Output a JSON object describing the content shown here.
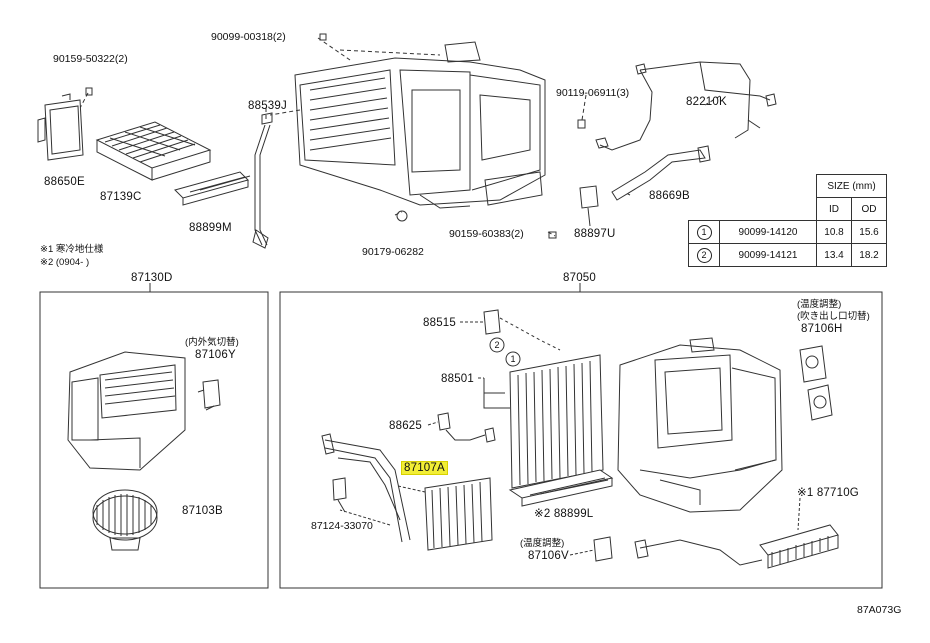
{
  "labels": {
    "p90099_00318": "90099-00318(2)",
    "p90159_50322": "90159-50322(2)",
    "p88539J": "88539J",
    "p90119_06911": "90119-06911(3)",
    "p82210K": "82210K",
    "p88650E": "88650E",
    "p87139C": "87139C",
    "p88899M": "88899M",
    "p88669B": "88669B",
    "p90179_06282": "90179-06282",
    "p90159_60383": "90159-60383(2)",
    "p88897U": "88897U",
    "note1": "※1 寒冷地仕様",
    "note2": "※2 (0904-      )",
    "p87130D": "87130D",
    "p87050": "87050",
    "naigai": "(内外気切替)",
    "p87106Y": "87106Y",
    "p87103B": "87103B",
    "p88515": "88515",
    "p88501": "88501",
    "p88625": "88625",
    "p87107A": "87107A",
    "p87124_33070": "87124-33070",
    "p88899L": "※2 88899L",
    "ondo1": "(温度調整)",
    "fukidashi": "(吹き出し口切替)",
    "p87106H": "87106H",
    "p87710G": "※1 87710G",
    "ondo2": "(温度調整)",
    "p87106V": "87106V",
    "callout1": "1",
    "callout2": "2",
    "ref": "87A073G"
  },
  "size_table": {
    "title": "SIZE (mm)",
    "col_id": "ID",
    "col_od": "OD",
    "rows": [
      {
        "num": "1",
        "part": "90099-14120",
        "id": "10.8",
        "od": "15.6"
      },
      {
        "num": "2",
        "part": "90099-14121",
        "id": "13.4",
        "od": "18.2"
      }
    ]
  },
  "colors": {
    "line": "#333333",
    "highlight": "#f2ee36"
  }
}
